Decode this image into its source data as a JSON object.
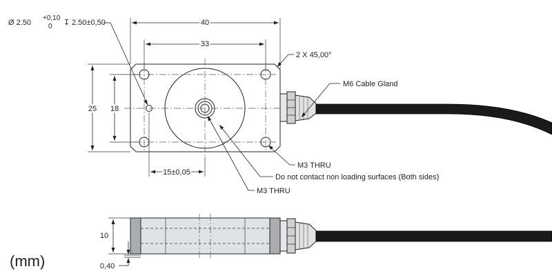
{
  "callouts": {
    "hole_spec_dia": "Ø 2.50",
    "hole_tol_upper": "+0,10",
    "hole_tol_lower": "0",
    "hole_depth": "2.50±0,50",
    "chamfer": "2 X 45,00°",
    "cable_gland": "M6 Cable Gland",
    "m3_thru_upper": "M3 THRU",
    "no_contact": "Do not contact non loading surfaces (Both sides)",
    "m3_thru_lower": "M3 THRU"
  },
  "dimensions": {
    "overall_width": "40",
    "hole_spacing_x": "33",
    "overall_height": "25",
    "hole_spacing_y": "18",
    "center_offset": "15±0,05",
    "side_height": "10",
    "side_gap": "0,40"
  },
  "units_label": "(mm)",
  "colors": {
    "line": "#222222",
    "cable": "#1a1a1a",
    "body_fill": "#dfe3e6"
  }
}
